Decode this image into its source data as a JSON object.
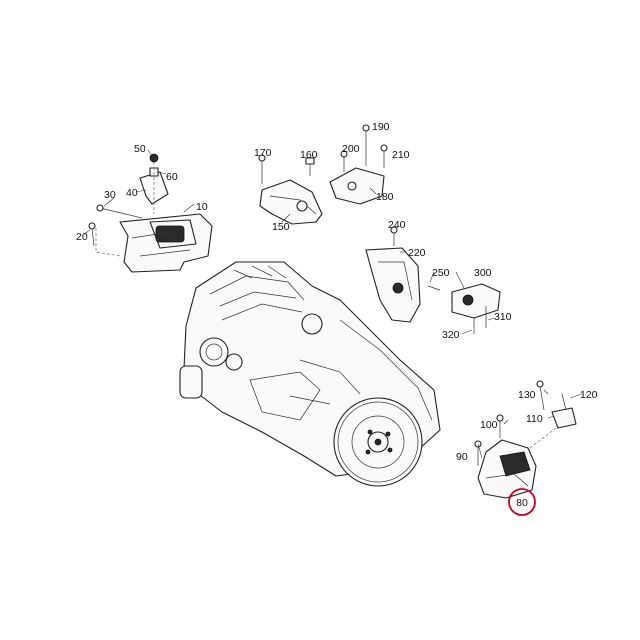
{
  "labels": {
    "l10": "10",
    "l20": "20",
    "l30": "30",
    "l40": "40",
    "l50": "50",
    "l60": "60",
    "l80": "80",
    "l90": "90",
    "l100": "100",
    "l110": "110",
    "l120": "120",
    "l130": "130",
    "l150": "150",
    "l160": "160",
    "l170": "170",
    "l180": "180",
    "l190": "190",
    "l200": "200",
    "l210": "210",
    "l220": "220",
    "l240": "240",
    "l250": "250",
    "l300": "300",
    "l310": "310",
    "l320": "320"
  },
  "highlight": {
    "callout": "80",
    "color": "#d0021b"
  }
}
